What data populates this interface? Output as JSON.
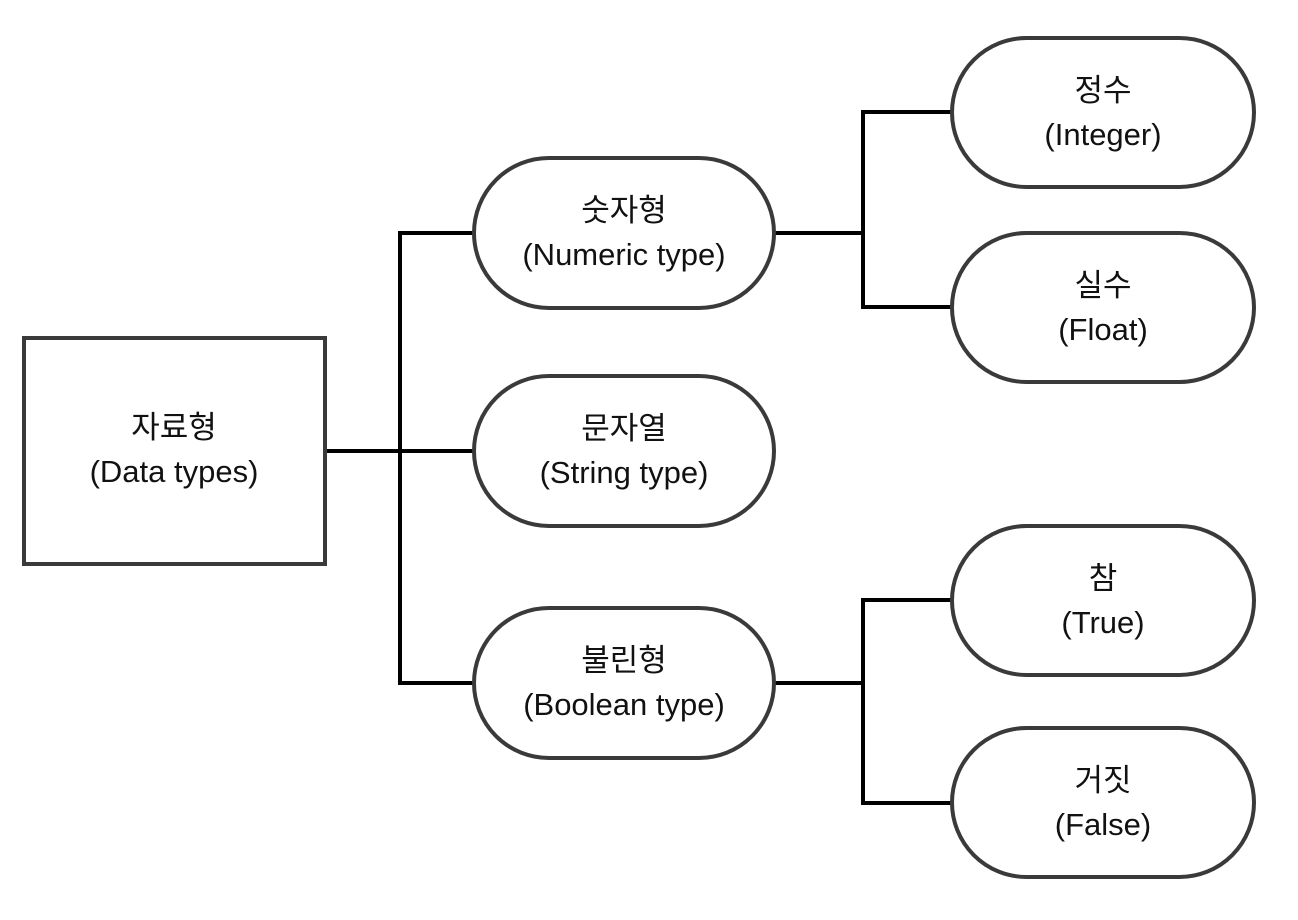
{
  "diagram": {
    "root": {
      "korean": "자료형",
      "english": "(Data types)"
    },
    "numeric": {
      "korean": "숫자형",
      "english": "(Numeric type)"
    },
    "string": {
      "korean": "문자열",
      "english": "(String type)"
    },
    "boolean": {
      "korean": "불린형",
      "english": "(Boolean type)"
    },
    "integer": {
      "korean": "정수",
      "english": "(Integer)"
    },
    "float": {
      "korean": "실수",
      "english": "(Float)"
    },
    "true_node": {
      "korean": "참",
      "english": "(True)"
    },
    "false_node": {
      "korean": "거짓",
      "english": "(False)"
    },
    "colors": {
      "stroke": "#3a3a3a",
      "connector": "#000000",
      "fill": "#ffffff",
      "text": "#111111"
    }
  }
}
